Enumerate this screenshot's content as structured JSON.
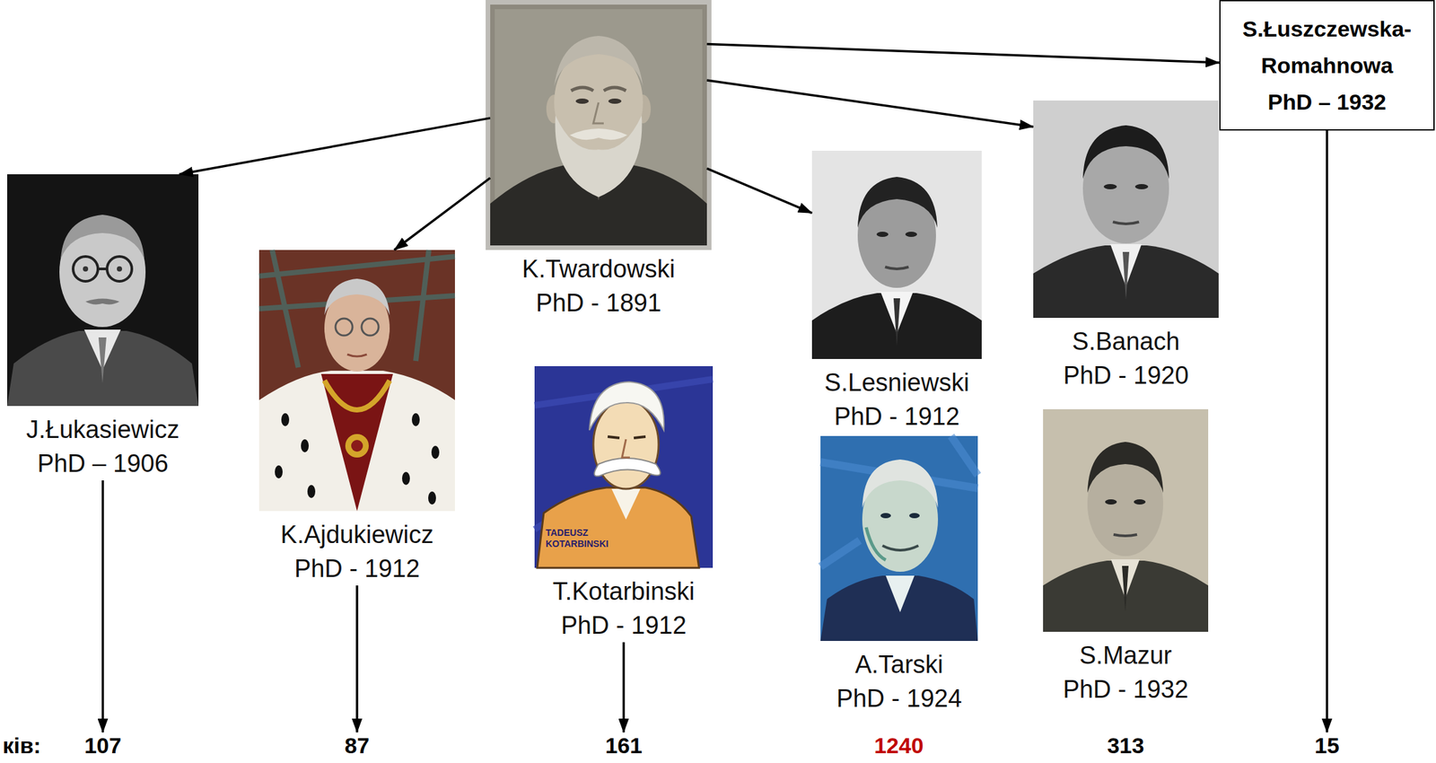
{
  "diagram": {
    "nodes": [
      {
        "text": [
          "K.Twardowski",
          "PhD - 1891"
        ]
      },
      {
        "text": [
          "S.Łuszczewska- Romahnowa",
          "PhD – 1932"
        ]
      },
      {
        "text": [
          "J.Łukasiewicz",
          "PhD – 1906"
        ]
      },
      {
        "text": [
          "K.Ajdukiewicz",
          "PhD - 1912"
        ]
      },
      {
        "text": [
          "T.Kotarbinski",
          "PhD - 1912"
        ]
      },
      {
        "text": [
          "S.Lesniewski",
          "PhD - 1912"
        ]
      },
      {
        "text": [
          "S.Banach",
          "PhD - 1920"
        ]
      },
      {
        "text": [
          "A.Tarski",
          "PhD - 1924"
        ]
      },
      {
        "text": [
          "S.Mazur",
          "PhD - 1932"
        ]
      },
      {
        "text": [
          "107"
        ]
      },
      {
        "text": [
          "87"
        ]
      },
      {
        "text": [
          "161"
        ]
      },
      {
        "text": [
          "1240"
        ]
      },
      {
        "text": [
          "313"
        ]
      },
      {
        "text": [
          "15"
        ]
      }
    ],
    "edges": [
      {
        "from": 0,
        "to": 2,
        "arrow": "to"
      },
      {
        "from": 0,
        "to": 3,
        "arrow": "to"
      },
      {
        "from": 0,
        "to": 5,
        "arrow": "to"
      },
      {
        "from": 0,
        "to": 6,
        "arrow": "to"
      },
      {
        "from": 0,
        "to": 1,
        "arrow": "to"
      },
      {
        "from": 2,
        "to": 9,
        "arrow": "to"
      },
      {
        "from": 3,
        "to": 10,
        "arrow": "to"
      },
      {
        "from": 4,
        "to": 11,
        "arrow": "to"
      },
      {
        "from": 1,
        "to": 14,
        "arrow": "to"
      }
    ],
    "labels": [
      "ків:",
      "TADEUSZ KOTARBINSKI"
    ]
  }
}
